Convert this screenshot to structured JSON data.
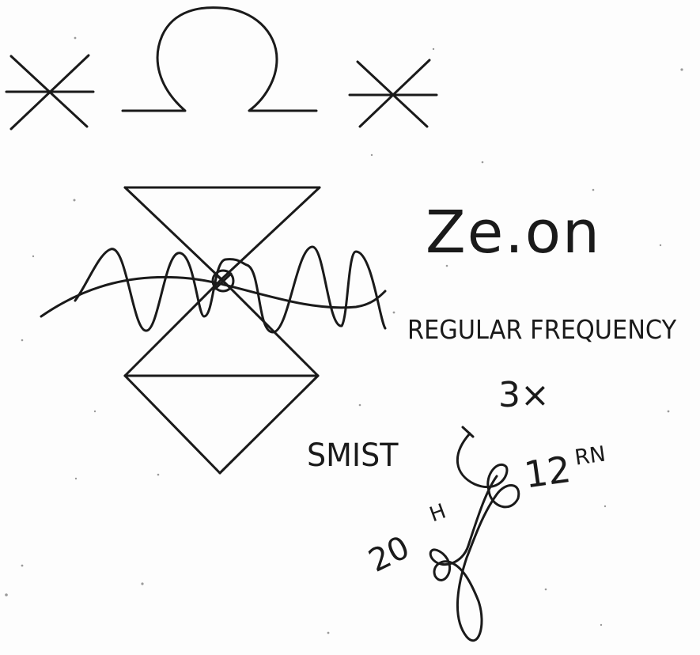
{
  "figure": {
    "title": "Ze.on",
    "subtitle": "REGULAR FREQUENCY",
    "multiplier": "3×",
    "side_label": "SMIST",
    "rn_label": {
      "number": "12",
      "superscript": "RN"
    },
    "h_label": {
      "number": "20",
      "superscript": "H"
    }
  },
  "symbols": {
    "left_star": "asterisk-star-icon",
    "omega": "omega-icon",
    "right_star": "asterisk-star-icon",
    "hourglass": "hourglass-diamond-icon",
    "wave": "sine-wave-icon",
    "center": "circled-x-icon",
    "spiral": "looped-coil-icon"
  },
  "colors": {
    "ink": "#1a1a1a",
    "paper": "#fdfdfd"
  }
}
